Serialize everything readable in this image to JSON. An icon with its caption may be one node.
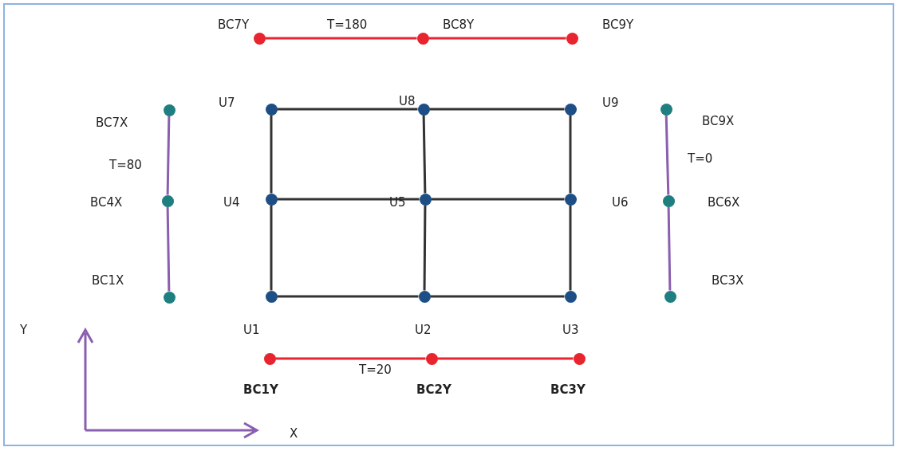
{
  "diagram": {
    "nodes": [
      {
        "text": [],
        "shape": "circle",
        "beside": [
          "BC7Y"
        ]
      },
      {
        "text": [],
        "shape": "circle",
        "beside": [
          "BC8Y"
        ]
      },
      {
        "text": [],
        "shape": "circle",
        "beside": [
          "BC9Y"
        ]
      },
      {
        "text": [],
        "shape": "circle",
        "beside": [
          "BC7X"
        ]
      },
      {
        "text": [],
        "shape": "circle",
        "beside": [
          "U7"
        ]
      },
      {
        "text": [],
        "shape": "circle",
        "beside": [
          "U8"
        ]
      },
      {
        "text": [],
        "shape": "circle",
        "beside": [
          "U9"
        ]
      },
      {
        "text": [],
        "shape": "circle",
        "beside": [
          "BC9X"
        ]
      },
      {
        "text": [],
        "shape": "circle",
        "beside": [
          "BC4X"
        ]
      },
      {
        "text": [],
        "shape": "circle",
        "beside": [
          "U4"
        ]
      },
      {
        "text": [],
        "shape": "circle",
        "beside": [
          "U5"
        ]
      },
      {
        "text": [],
        "shape": "circle",
        "beside": [
          "U6"
        ]
      },
      {
        "text": [],
        "shape": "circle",
        "beside": [
          "BC6X"
        ]
      },
      {
        "text": [],
        "shape": "circle",
        "beside": [
          "BC1X"
        ]
      },
      {
        "text": [],
        "shape": "circle",
        "beside": [
          "U1"
        ]
      },
      {
        "text": [],
        "shape": "circle",
        "beside": [
          "U2"
        ]
      },
      {
        "text": [],
        "shape": "circle",
        "beside": [
          "U3"
        ]
      },
      {
        "text": [],
        "shape": "circle",
        "beside": [
          "BC3X"
        ]
      },
      {
        "text": [],
        "shape": "circle",
        "beside": [
          "BC1Y"
        ]
      },
      {
        "text": [],
        "shape": "circle",
        "beside": [
          "BC2Y"
        ]
      },
      {
        "text": [],
        "shape": "circle",
        "beside": [
          "BC3Y"
        ]
      }
    ],
    "edges": [
      {
        "from": 0,
        "to": 1,
        "arrow": "none",
        "label": "T=180",
        "color": "#e8242e"
      },
      {
        "from": 1,
        "to": 2,
        "arrow": "none",
        "color": "#e8242e"
      },
      {
        "from": 3,
        "to": 8,
        "arrow": "none",
        "label": "T=80",
        "color": "#8a5fb0"
      },
      {
        "from": 8,
        "to": 13,
        "arrow": "none",
        "color": "#8a5fb0"
      },
      {
        "from": 7,
        "to": 12,
        "arrow": "none",
        "label": "T=0",
        "color": "#8a5fb0"
      },
      {
        "from": 12,
        "to": 17,
        "arrow": "none",
        "color": "#8a5fb0"
      },
      {
        "from": 4,
        "to": 5,
        "arrow": "none"
      },
      {
        "from": 5,
        "to": 6,
        "arrow": "none"
      },
      {
        "from": 9,
        "to": 10,
        "arrow": "none"
      },
      {
        "from": 10,
        "to": 11,
        "arrow": "none"
      },
      {
        "from": 14,
        "to": 15,
        "arrow": "none"
      },
      {
        "from": 15,
        "to": 16,
        "arrow": "none"
      },
      {
        "from": 4,
        "to": 9,
        "arrow": "none"
      },
      {
        "from": 9,
        "to": 14,
        "arrow": "none"
      },
      {
        "from": 5,
        "to": 10,
        "arrow": "none"
      },
      {
        "from": 10,
        "to": 15,
        "arrow": "none"
      },
      {
        "from": 6,
        "to": 11,
        "arrow": "none"
      },
      {
        "from": 11,
        "to": 16,
        "arrow": "none"
      },
      {
        "from": 18,
        "to": 19,
        "arrow": "none",
        "label": "T=20",
        "color": "#e8242e"
      },
      {
        "from": 19,
        "to": 20,
        "arrow": "none",
        "color": "#e8242e"
      }
    ],
    "labels": [
      "Y",
      "X"
    ]
  }
}
